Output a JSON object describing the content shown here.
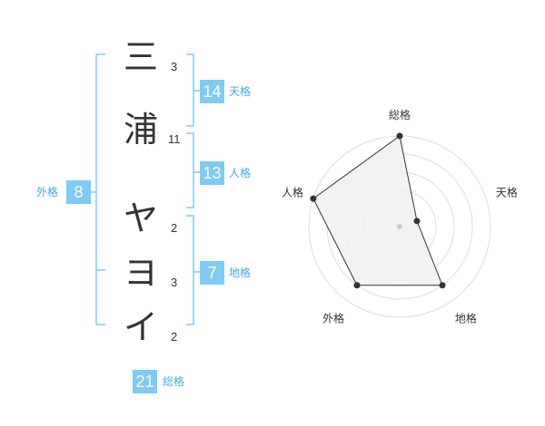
{
  "name": {
    "chars": [
      {
        "char": "三",
        "strokes": "3"
      },
      {
        "char": "浦",
        "strokes": "11"
      },
      {
        "char": "ヤ",
        "strokes": "2"
      },
      {
        "char": "ヨ",
        "strokes": "3"
      },
      {
        "char": "イ",
        "strokes": "2"
      }
    ]
  },
  "kaku": {
    "tenkaku": {
      "value": "14",
      "label": "天格"
    },
    "jinkaku": {
      "value": "13",
      "label": "人格"
    },
    "chikaku": {
      "value": "7",
      "label": "地格"
    },
    "gaikaku": {
      "value": "8",
      "label": "外格"
    },
    "soukaku": {
      "value": "21",
      "label": "総格"
    }
  },
  "colors": {
    "bracket": "#7ecbf5",
    "badge": "#7ecbf5",
    "label": "#3fa9e8",
    "radar_fill": "#f0f0f0",
    "radar_line": "#333333"
  },
  "chart_data": {
    "type": "radar",
    "axes": [
      "総格",
      "天格",
      "地格",
      "外格",
      "人格"
    ],
    "values": [
      5,
      1,
      4,
      4,
      5
    ],
    "rmax": 5,
    "rings": 5
  }
}
